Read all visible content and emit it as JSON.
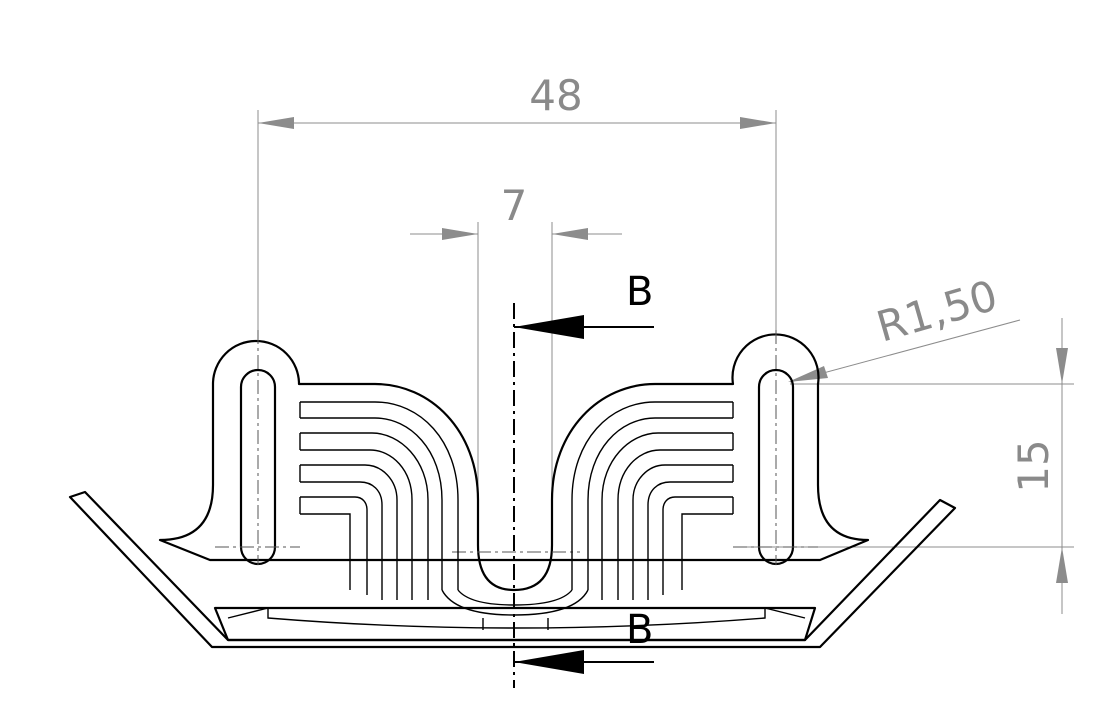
{
  "dimensions": {
    "overall_width": "48",
    "center_gap": "7",
    "radius": "R1,50",
    "height": "15"
  },
  "section": {
    "top_label": "B",
    "bottom_label": "B"
  },
  "colors": {
    "geometry": "#000000",
    "dimension": "#8c8c8c"
  }
}
